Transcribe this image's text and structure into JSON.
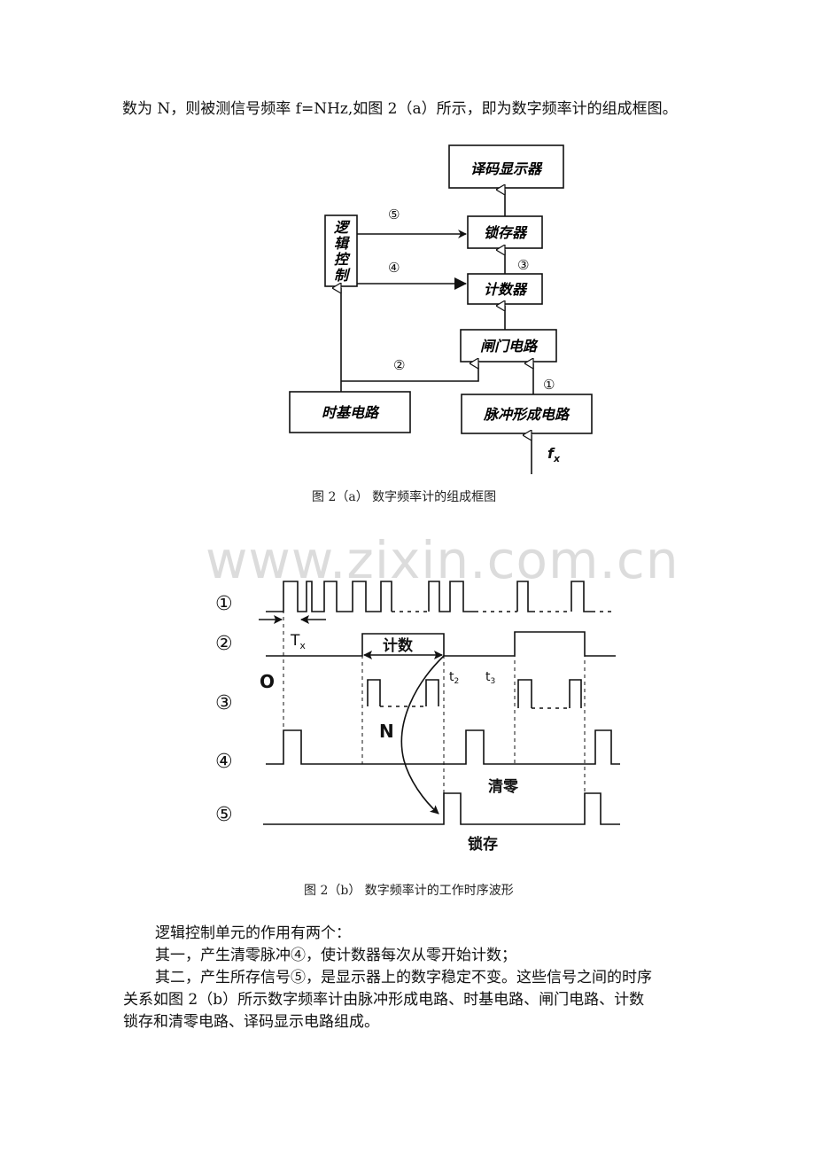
{
  "intro": {
    "line": "数为 N，则被测信号频率 f=NHz,如图 2（a）所示，即为数字频率计的组成框图。"
  },
  "block_diagram": {
    "blocks": {
      "decoder_display": "译码显示器",
      "latch": "锁存器",
      "counter": "计数器",
      "gate": "闸门电路",
      "timebase": "时基电路",
      "pulse_shaper": "脉冲形成电路",
      "logic_control": [
        "逻",
        "辑",
        "控",
        "制"
      ]
    },
    "signal_labels": {
      "s1": "①",
      "s2": "②",
      "s3": "③",
      "s4": "④",
      "s5": "⑤"
    },
    "input_label": "f",
    "input_sub": "x",
    "caption": "图 2（a）    数字频率计的组成框图"
  },
  "watermark": "www.zixin.com.cn",
  "timing_diagram": {
    "row_labels": [
      "①",
      "②",
      "③",
      "④",
      "⑤"
    ],
    "origin_label": "O",
    "tx_label": "T",
    "tx_sub": "x",
    "count_label": "计数",
    "t2_label": "t",
    "t2_sub": "2",
    "t3_label": "t",
    "t3_sub": "3",
    "n_label": "N",
    "clear_label": "清零",
    "latch_label": "锁存",
    "caption": "图 2（b）    数字频率计的工作时序波形"
  },
  "body": {
    "p1": "逻辑控制单元的作用有两个：",
    "p2": "其一，产生清零脉冲④，使计数器每次从零开始计数；",
    "p3a": "其二，产生所存信号⑤，是显示器上的数字稳定不变。这些信号之间的时序",
    "p3b": "关系如图 2（b）所示数字频率计由脉冲形成电路、时基电路、闸门电路、计数",
    "p3c": "锁存和清零电路、译码显示电路组成。"
  }
}
